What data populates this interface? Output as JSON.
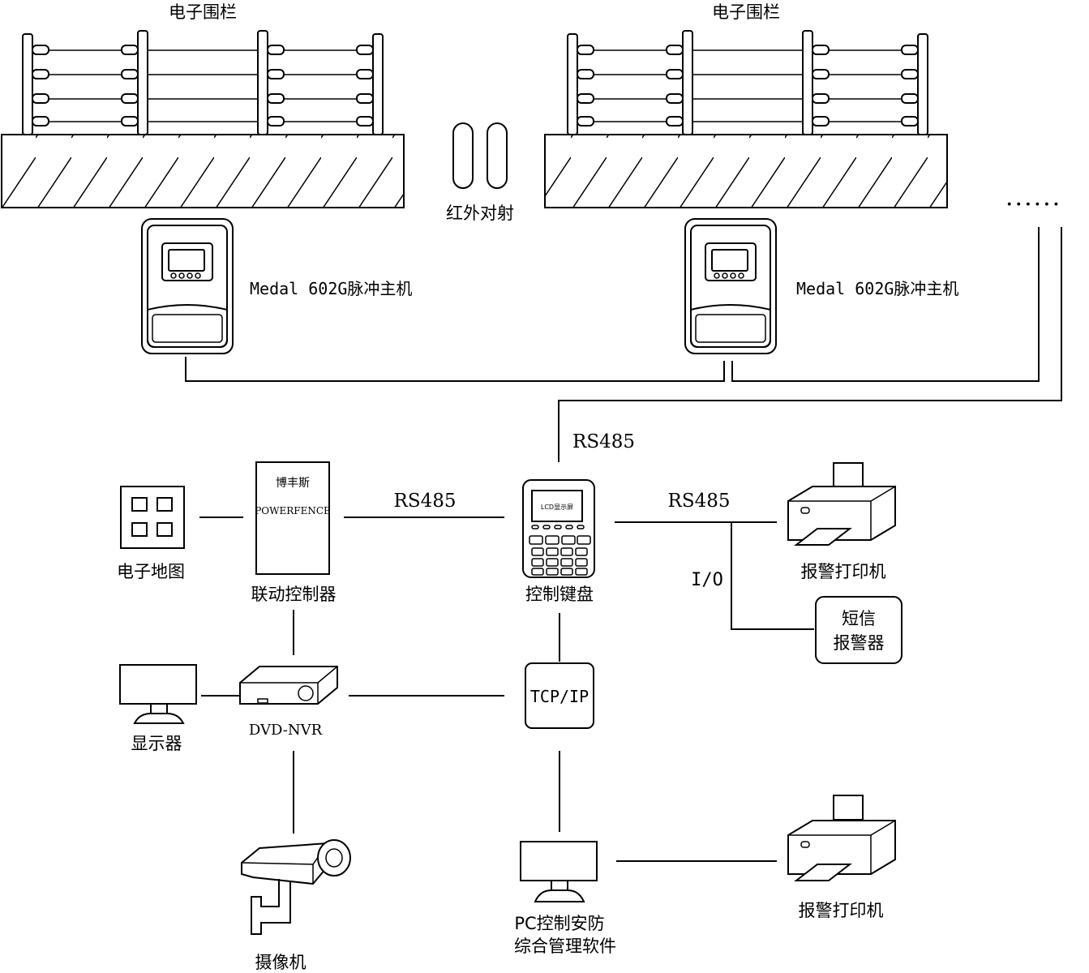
{
  "fence_left": {
    "label": "电子围栏"
  },
  "fence_right": {
    "label": "电子围栏"
  },
  "infrared": {
    "label": "红外对射"
  },
  "pulse_host_left": {
    "label": "Medal 602G脉冲主机"
  },
  "pulse_host_right": {
    "label": "Medal 602G脉冲主机"
  },
  "continuation": {
    "label": "······"
  },
  "links": {
    "rs485_top": "RS485",
    "rs485_mid": "RS485",
    "rs485_right": "RS485",
    "io": "I/O"
  },
  "e_map": {
    "label": "电子地图"
  },
  "linkage_controller": {
    "label": "联动控制器",
    "brand_cn": "博丰斯",
    "brand_en": "POWERFENCE"
  },
  "control_keyboard": {
    "label": "控制键盘",
    "screen": "LCD显示屏"
  },
  "alarm_printer_top": {
    "label": "报警打印机"
  },
  "sms_alarm": {
    "line1": "短信",
    "line2": "报警器"
  },
  "monitor": {
    "label": "显示器"
  },
  "nvr": {
    "label": "DVD-NVR"
  },
  "tcpip": {
    "label": "TCP/IP"
  },
  "camera": {
    "label": "摄像机"
  },
  "pc_software": {
    "line1": "PC控制安防",
    "line2": "综合管理软件"
  },
  "alarm_printer_bottom": {
    "label": "报警打印机"
  }
}
